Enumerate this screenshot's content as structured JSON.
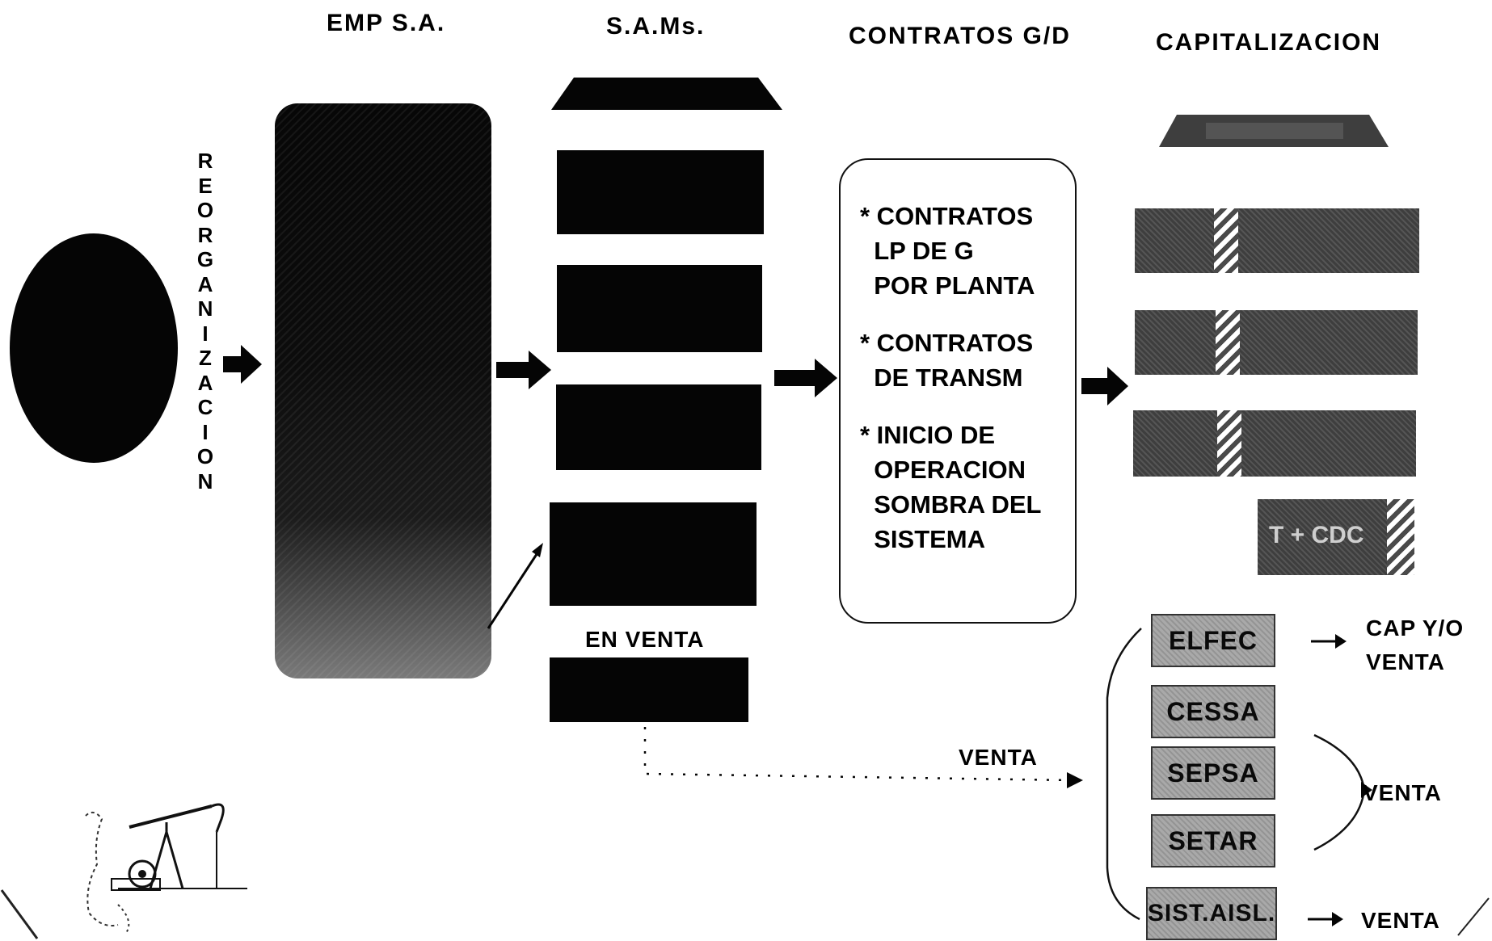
{
  "headers": {
    "emp": "EMP S.A.",
    "sams": "S.A.Ms.",
    "contratos": "CONTRATOS G/D",
    "capitalizacion": "CAPITALIZACION"
  },
  "reorganizacion_letters": [
    "R",
    "E",
    "O",
    "R",
    "G",
    "A",
    "N",
    "I",
    "Z",
    "A",
    "C",
    "I",
    "O",
    "N"
  ],
  "contract_lines": [
    "* CONTRATOS",
    "  LP DE G",
    "  POR PLANTA",
    "",
    "* CONTRATOS",
    "  DE TRANSM",
    "",
    "* INICIO DE",
    "  OPERACION",
    "  SOMBRA DEL",
    "  SISTEMA"
  ],
  "sams_en_venta_label": "EN VENTA",
  "venta_dotted_label": "VENTA",
  "tdc_label": "T + CDC",
  "distributors": {
    "elfec": "ELFEC",
    "cessa": "CESSA",
    "sepsa": "SEPSA",
    "setar": "SETAR",
    "sist_aisl": "SIST.AISL."
  },
  "outcomes": {
    "elfec_line1": "CAP Y/O",
    "elfec_line2": "VENTA",
    "group": "VENTA",
    "sist_aisl": "VENTA"
  },
  "colors": {
    "black": "#050505",
    "dark_gray": "#3e3e3e",
    "light_gray": "#a9a9a9"
  },
  "icons": [
    "arrow-right-icon",
    "dotted-arrow-icon",
    "oil-pump-icon",
    "brace-icon"
  ]
}
